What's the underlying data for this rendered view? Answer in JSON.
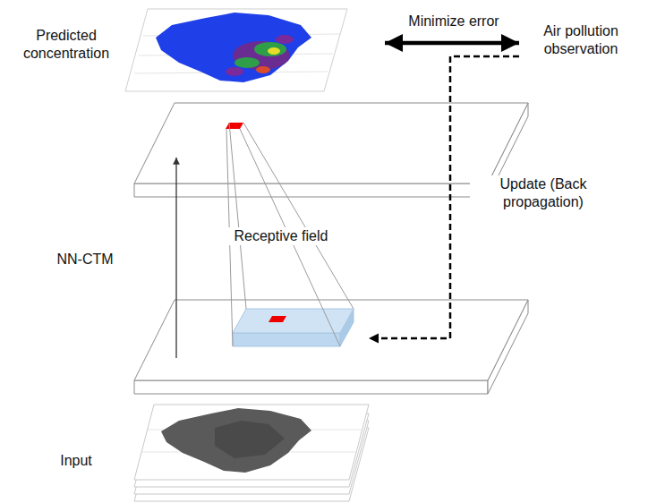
{
  "diagram": {
    "nodes": [
      {
        "text": [
          "Predicted concentration"
        ]
      },
      {
        "text": [
          "Air pollution observation"
        ]
      },
      {
        "text": [
          "NN-CTM"
        ]
      },
      {
        "text": [
          "Receptive field"
        ],
        "in": 2
      },
      {
        "text": [
          "Input"
        ]
      }
    ],
    "edges": [
      {
        "from": 0,
        "to": 1,
        "arrow": "both",
        "label": "Minimize error"
      },
      {
        "from": 1,
        "to": 2,
        "arrow": "to",
        "label": "Update (Back propagation)"
      }
    ]
  }
}
